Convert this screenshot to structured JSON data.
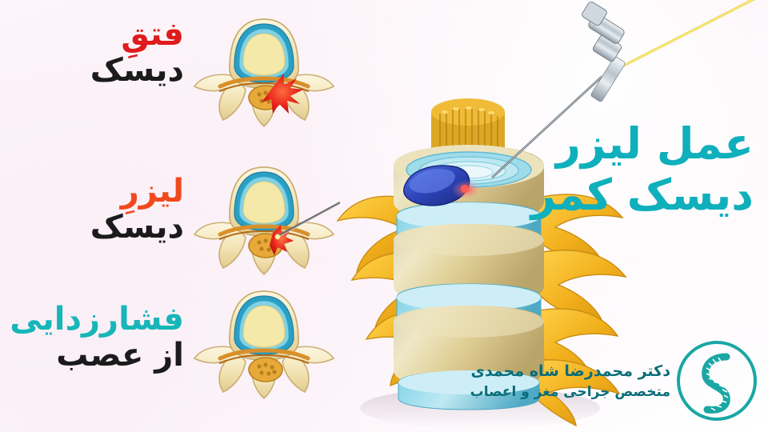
{
  "meta": {
    "language": "fa",
    "direction": "rtl"
  },
  "colors": {
    "background": "#fdf6fa",
    "title_teal": "#0fb0bc",
    "label_red": "#e01b1b",
    "label_orange": "#f04a1e",
    "label_teal": "#17b6b8",
    "label_dark": "#1b1b1b",
    "credit_teal": "#0a6d78",
    "bone": "#e8d9a6",
    "disc_blue": "#2aa8c4",
    "nerve_yellow": "#f0b323",
    "laser_beam": "#ffe14d"
  },
  "labels": [
    {
      "id": "herniated-disc",
      "line1": "فتقِ",
      "line2": "دیسک",
      "line1_color": "label_red",
      "icon": "vertebra-herniation-icon"
    },
    {
      "id": "laser-disc",
      "line1": "لیزرِ",
      "line2": "دیسک",
      "line1_color": "label_orange",
      "icon": "vertebra-laser-icon"
    },
    {
      "id": "nerve-decompression",
      "line1": "فشارزدایی",
      "line2": "از عصب",
      "line1_color": "label_teal",
      "icon": "vertebra-decompression-icon"
    }
  ],
  "title": {
    "line1": "عمل لیزر",
    "line2": "دیسک کمر"
  },
  "credit": {
    "name": "دکتر محمدرضا شاه محمدی",
    "specialty": "متخصص جراحی مغز و اعصاب",
    "logo_name": "spine-clinic-logo"
  },
  "illustration": {
    "name": "lumbar-spine-laser-probe-3d",
    "elements": [
      "vertebral-bodies",
      "intervertebral-discs",
      "spinal-nerve-roots",
      "cauda-equina",
      "laser-needle-probe",
      "laser-beam"
    ]
  }
}
